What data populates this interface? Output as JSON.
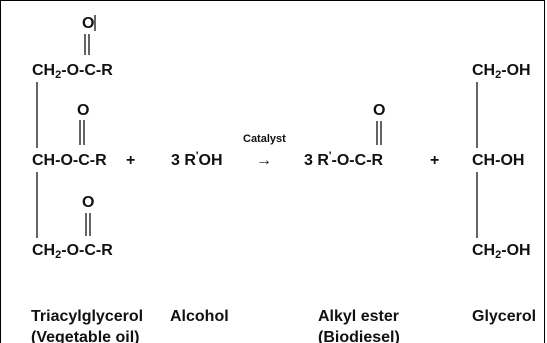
{
  "reaction": {
    "oxygen": "O",
    "reactant1": {
      "row1": {
        "main": "CH",
        "sub": "2",
        "rest": "-O-C-R"
      },
      "row2": {
        "main": "CH-O-C-R"
      },
      "row3": {
        "main": "CH",
        "sub": "2",
        "rest": "-O-C-R"
      },
      "name_line1": "Triacylglycerol",
      "name_line2": "(Vegetable oil)"
    },
    "plus": "+",
    "reactant2": {
      "prefix": "3 R",
      "prime": "'",
      "suffix": "OH",
      "name": "Alcohol"
    },
    "catalyst": "Catalyst",
    "arrow": "→",
    "product1": {
      "prefix": "3 R",
      "prime": "'",
      "suffix": "-O-C-R",
      "name_line1": "Alkyl ester",
      "name_line2": "(Biodiesel)"
    },
    "product2": {
      "row1": {
        "main": "CH",
        "sub": "2",
        "rest": "-OH"
      },
      "row2": {
        "main": "CH-OH"
      },
      "row3": {
        "main": "CH",
        "sub": "2",
        "rest": "-OH"
      },
      "name": "Glycerol"
    }
  }
}
